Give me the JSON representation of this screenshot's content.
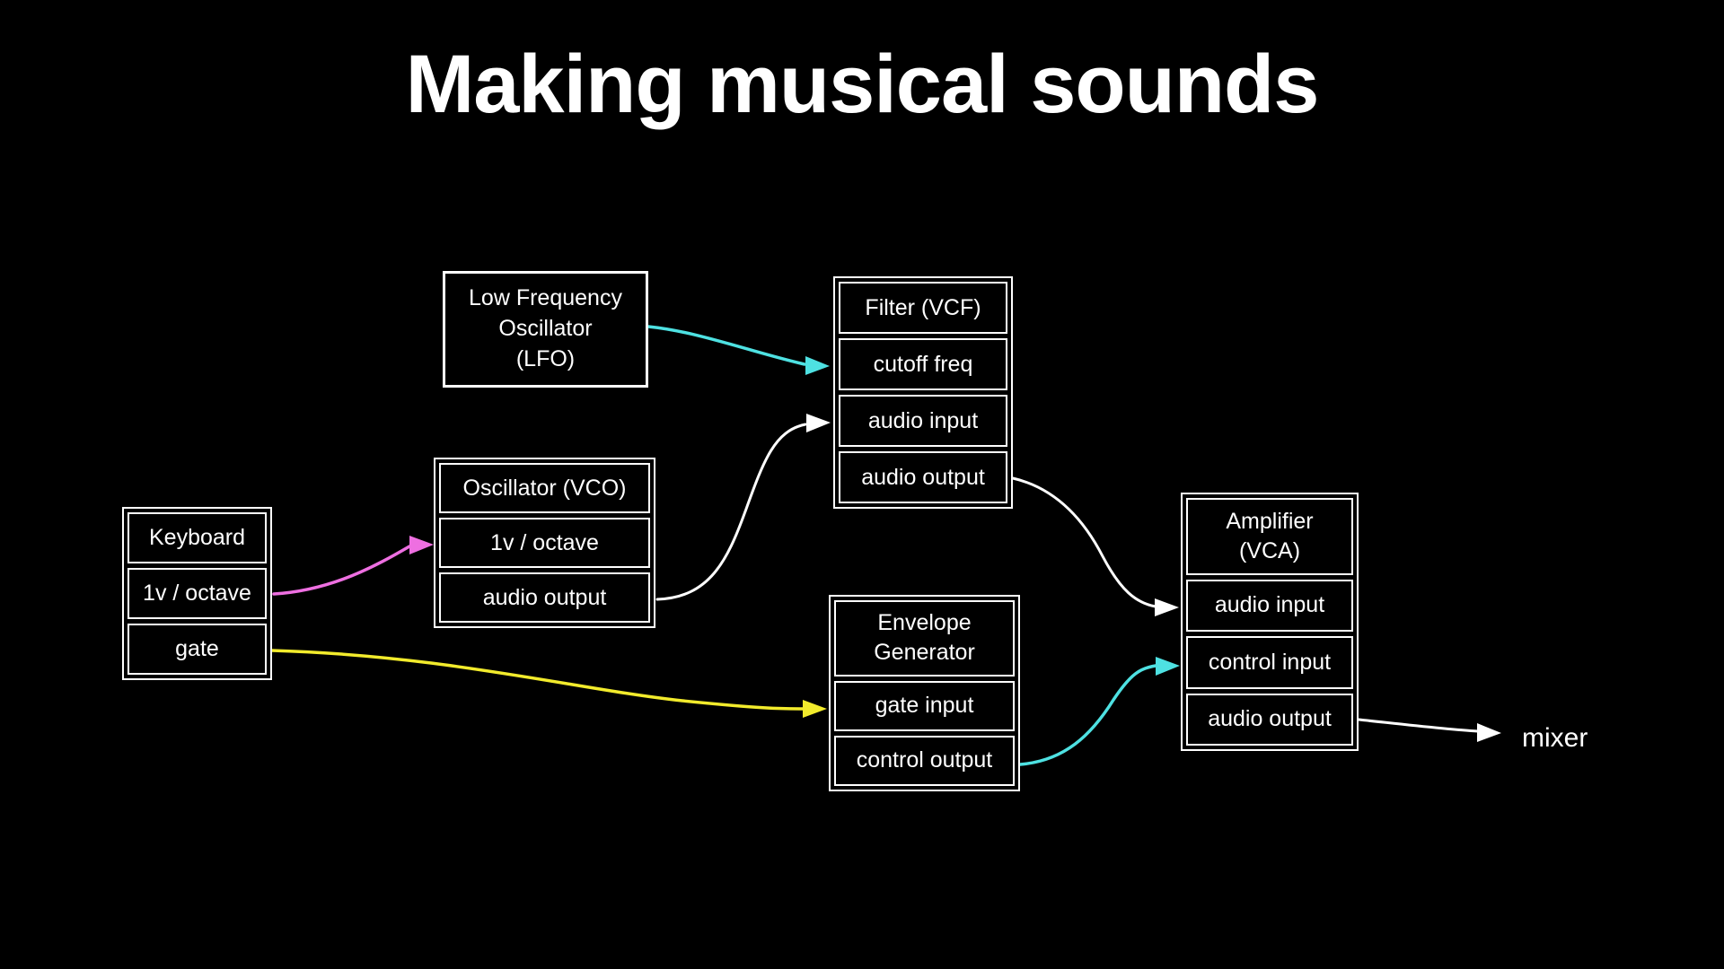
{
  "title": "Making musical sounds",
  "mixer_label": "mixer",
  "colors": {
    "background": "#000000",
    "box_border": "#ffffff",
    "text": "#ffffff",
    "white": "#ffffff",
    "pink": "#ee6fe1",
    "cyan": "#4ee1e2",
    "yellow": "#f2eb2c"
  },
  "nodes": {
    "keyboard": {
      "lines": [
        "Keyboard"
      ],
      "ports": [
        "1v / octave",
        "gate"
      ]
    },
    "lfo": {
      "lines": [
        "Low Frequency",
        "Oscillator",
        "(LFO)"
      ]
    },
    "vco": {
      "lines": [
        "Oscillator (VCO)"
      ],
      "ports": [
        "1v / octave",
        "audio output"
      ]
    },
    "vcf": {
      "lines": [
        "Filter (VCF)"
      ],
      "ports": [
        "cutoff freq",
        "audio input",
        "audio output"
      ]
    },
    "env": {
      "lines": [
        "Envelope",
        "Generator"
      ],
      "ports": [
        "gate input",
        "control output"
      ]
    },
    "vca": {
      "lines": [
        "Amplifier",
        "(VCA)"
      ],
      "ports": [
        "audio input",
        "control input",
        "audio output"
      ]
    }
  },
  "connections": [
    {
      "from": "Keyboard / 1v / octave",
      "to": "Oscillator (VCO) / 1v / octave",
      "color": "pink"
    },
    {
      "from": "Keyboard / gate",
      "to": "Envelope Generator / gate input",
      "color": "yellow"
    },
    {
      "from": "Low Frequency Oscillator (LFO)",
      "to": "Filter (VCF) / cutoff freq",
      "color": "cyan"
    },
    {
      "from": "Oscillator (VCO) / audio output",
      "to": "Filter (VCF) / audio input",
      "color": "white"
    },
    {
      "from": "Filter (VCF) / audio output",
      "to": "Amplifier (VCA) / audio input",
      "color": "white"
    },
    {
      "from": "Envelope Generator / control output",
      "to": "Amplifier (VCA) / control input",
      "color": "cyan"
    },
    {
      "from": "Amplifier (VCA) / audio output",
      "to": "mixer",
      "color": "white"
    }
  ]
}
